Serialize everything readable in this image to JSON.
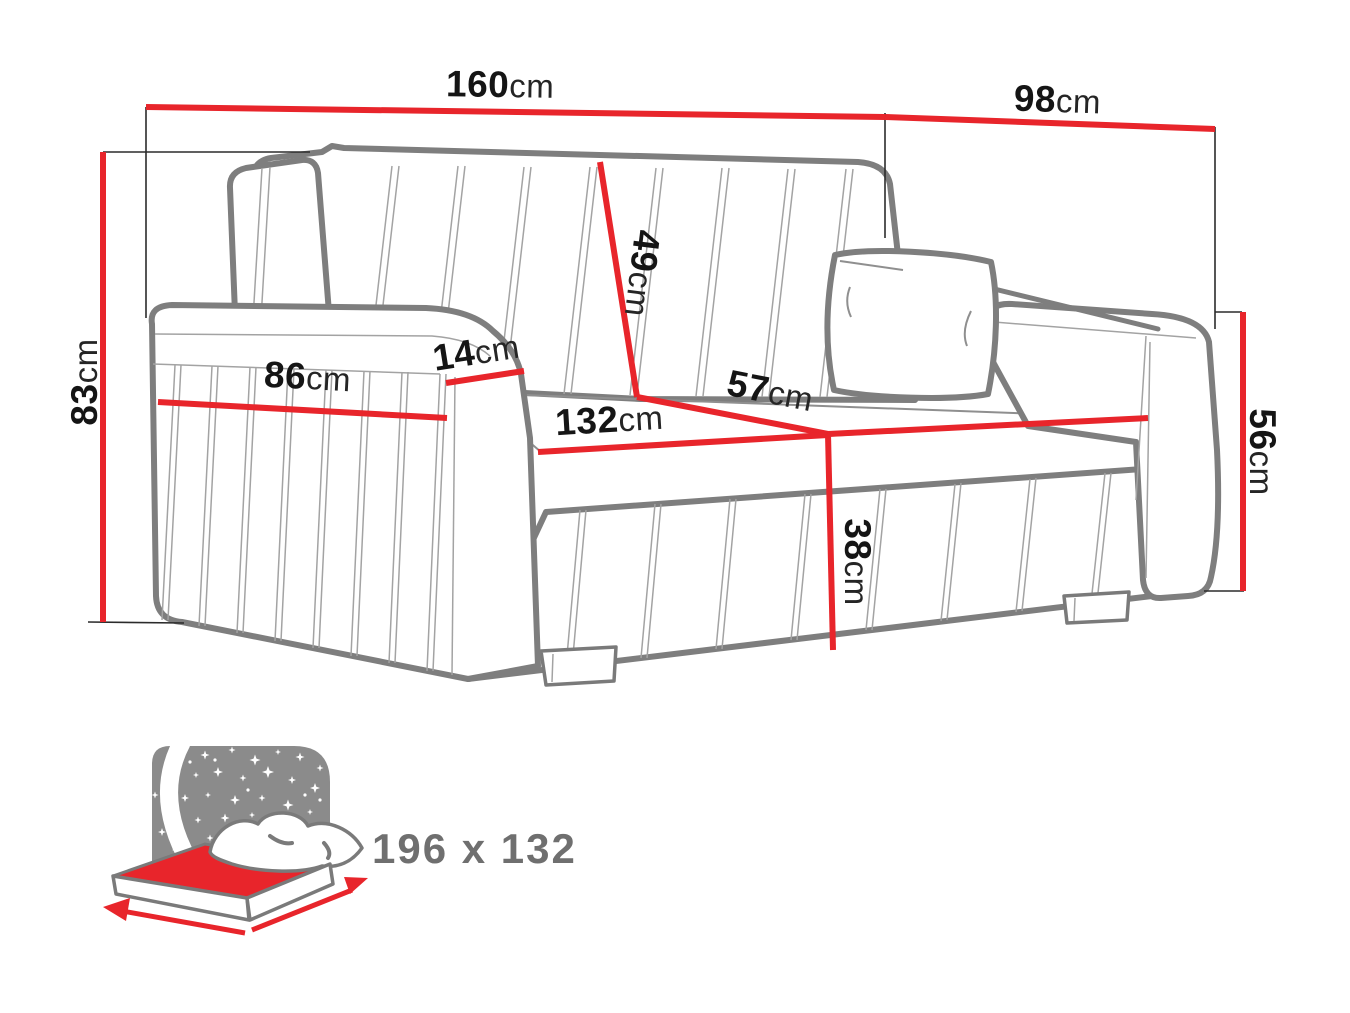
{
  "diagram": {
    "title_hidden": "",
    "overall_width": {
      "num": "160",
      "unit": "cm"
    },
    "overall_depth": {
      "num": "98",
      "unit": "cm"
    },
    "overall_height": {
      "num": "83",
      "unit": "cm"
    },
    "backrest_height": {
      "num": "49",
      "unit": "cm"
    },
    "armrest_width": {
      "num": "14",
      "unit": "cm"
    },
    "armrest_length": {
      "num": "86",
      "unit": "cm"
    },
    "seat_width": {
      "num": "132",
      "unit": "cm"
    },
    "seat_depth": {
      "num": "57",
      "unit": "cm"
    },
    "seat_height": {
      "num": "38",
      "unit": "cm"
    },
    "armrest_height": {
      "num": "56",
      "unit": "cm"
    }
  },
  "sleeping": {
    "size_label": "196 x 132"
  },
  "colors": {
    "dimension_red": "#e8252b",
    "sofa_outline_gray": "#7e7e7e",
    "icon_gray": "#8b8b8b",
    "size_label_gray": "#6f6f6f",
    "label_text_black": "#151515"
  }
}
